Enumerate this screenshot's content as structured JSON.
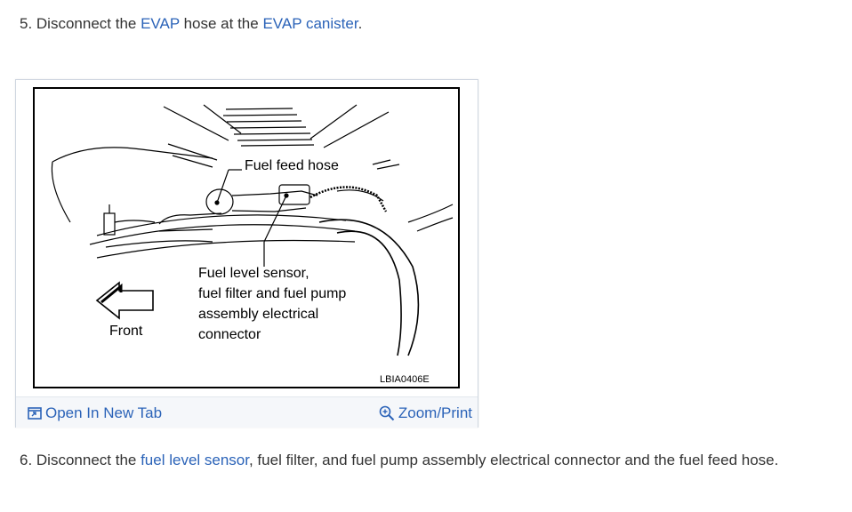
{
  "step5": {
    "prefix": "5. Disconnect the ",
    "link1": "EVAP",
    "middle": " hose at the ",
    "link2": "EVAP canister",
    "suffix": "."
  },
  "figure": {
    "labels": {
      "fuel_feed_hose": "Fuel feed hose",
      "sensor_line1": "Fuel level sensor,",
      "sensor_line2": "fuel filter and fuel pump",
      "sensor_line3": "assembly electrical",
      "sensor_line4": "connector",
      "front": "Front",
      "code": "LBIA0406E"
    },
    "open_tab_label": "Open In New Tab",
    "zoom_label": "Zoom/Print",
    "icons": {
      "open_tab": "open-new-tab-icon",
      "zoom": "zoom-magnifier-icon",
      "front_arrow": "left-arrow-icon"
    }
  },
  "step6": {
    "prefix": "6. Disconnect the ",
    "link": "fuel level sensor",
    "suffix": ", fuel filter, and fuel pump assembly electrical connector and the fuel feed hose."
  },
  "colors": {
    "link": "#2b63b8",
    "text": "#333333"
  }
}
